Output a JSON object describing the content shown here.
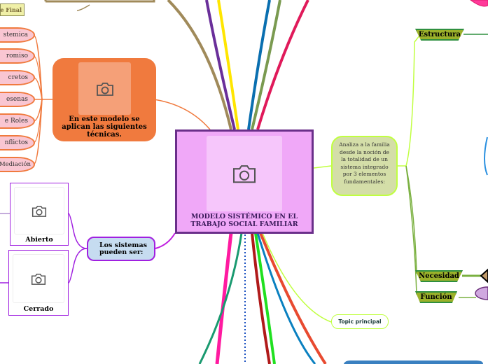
{
  "central": {
    "title": "MODELO SISTÉMICO EN EL TRABAJO SOCIAL FAMILIAR"
  },
  "fase": {
    "label": "se Final"
  },
  "tecnicas": {
    "title": "En este modelo se aplican las siguientes técnicas.",
    "items": [
      "stemica",
      "romiso",
      "cretos",
      "esenas",
      "e Roles",
      "nflictos",
      "Mediación"
    ]
  },
  "sistemas": {
    "title": "Los sistemas pueden ser:",
    "items": [
      "Abierto",
      "Cerrado"
    ]
  },
  "analiza": {
    "text": "Analiza a la familia desde la noción de la totalidad de un sistema integrado por 3 elementos fundamentales:",
    "items": [
      "Estructura",
      "Necesidad",
      "Función"
    ]
  },
  "topic": {
    "label": "Topic principal"
  },
  "icons": {
    "image": "camera-icon"
  }
}
